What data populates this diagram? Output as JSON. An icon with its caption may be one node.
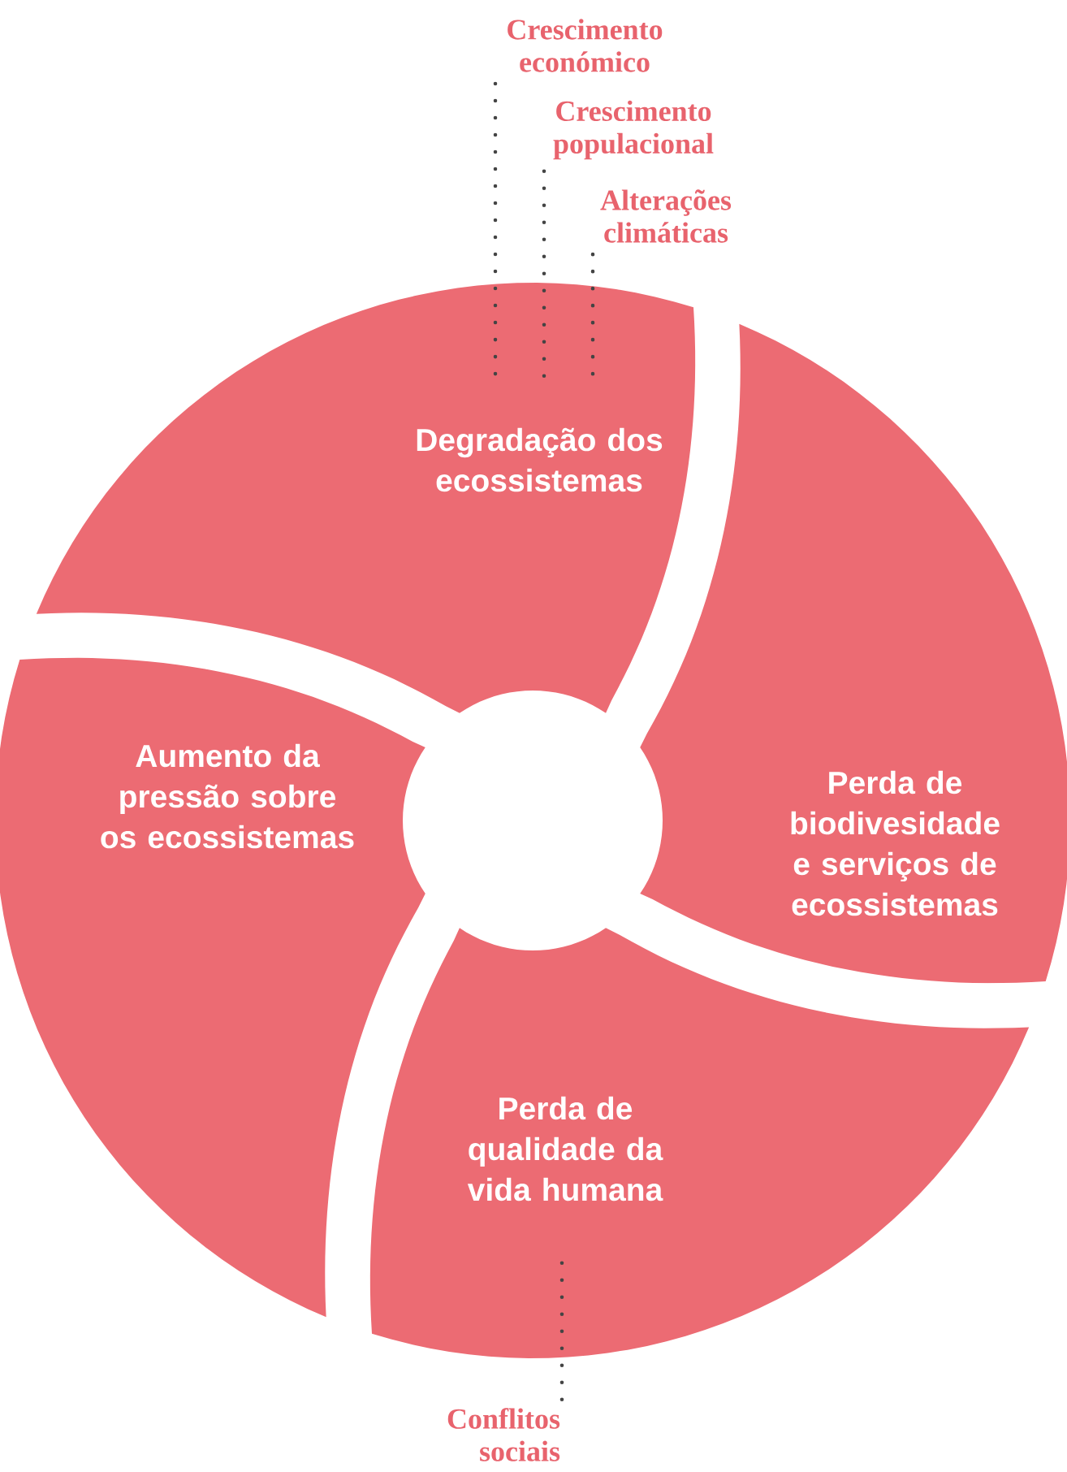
{
  "diagram": {
    "nodes": [
      {
        "text": [
          "Crescimento económico"
        ]
      },
      {
        "text": [
          "Crescimento populacional"
        ]
      },
      {
        "text": [
          "Alterações climáticas"
        ]
      },
      {
        "text": [
          "Degradação dos ecossistemas"
        ]
      },
      {
        "text": [
          "Aumento da pressão sobre os ecossistemas"
        ]
      },
      {
        "text": [
          "Perda de biodivesidade e serviços de ecossistemas"
        ]
      },
      {
        "text": [
          "Perda de qualidade da vida humana"
        ]
      },
      {
        "text": [
          "Conflitos sociais"
        ]
      }
    ],
    "edges": [
      {
        "from": 0,
        "to": 3,
        "arrow": "none",
        "style": "dashed"
      },
      {
        "from": 1,
        "to": 3,
        "arrow": "none",
        "style": "dashed"
      },
      {
        "from": 2,
        "to": 3,
        "arrow": "none",
        "style": "dashed"
      },
      {
        "from": 7,
        "to": 6,
        "arrow": "none",
        "style": "dashed"
      }
    ]
  }
}
